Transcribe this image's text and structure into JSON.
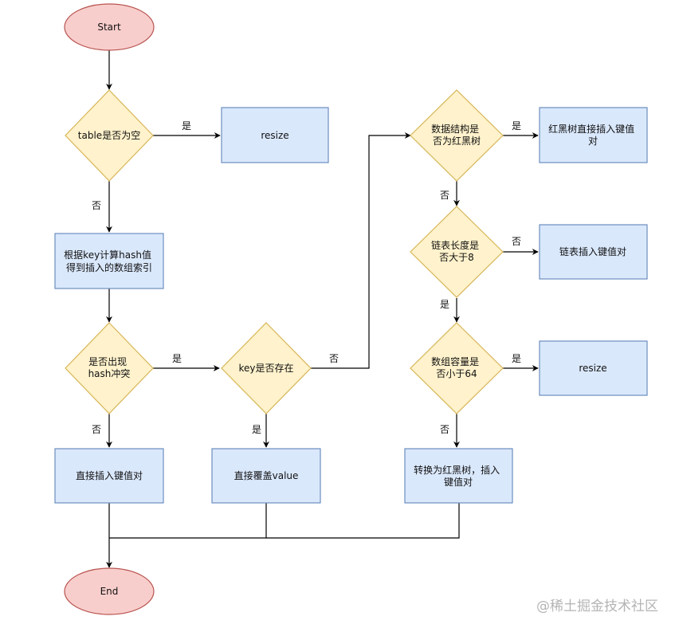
{
  "colors": {
    "ellipse_fill": "#f8cecc",
    "ellipse_stroke": "#b85450",
    "diamond_fill": "#fff2cc",
    "diamond_stroke": "#d6b656",
    "process_fill": "#dae8fc",
    "process_stroke": "#6c8ebf",
    "edge": "#000000",
    "watermark": "#b4b4b4"
  },
  "nodes": {
    "start": "Start",
    "table_empty": "table是否为空",
    "resize_1": "resize",
    "compute_hash": [
      "根据key计算hash值",
      "得到插入的数组索引"
    ],
    "hash_conflict": [
      "是否出现",
      "hash冲突"
    ],
    "insert_direct": "直接插入键值对",
    "key_exists": "key是否存在",
    "overwrite_value": "直接覆盖value",
    "is_red_black": [
      "数据结构是",
      "否为红黑树"
    ],
    "rb_insert": [
      "红黑树直接插入键值",
      "对"
    ],
    "list_length": [
      "链表长度是",
      "否大于8"
    ],
    "list_insert": "链表插入键值对",
    "array_capacity": [
      "数组容量是",
      "否小于64"
    ],
    "resize_2": "resize",
    "convert_rb": [
      "转换为红黑树，插入",
      "键值对"
    ],
    "end": "End"
  },
  "edge_labels": {
    "table_empty_yes": "是",
    "table_empty_no": "否",
    "hash_conflict_yes": "是",
    "hash_conflict_no": "否",
    "key_exists_yes": "是",
    "key_exists_no": "否",
    "is_red_black_yes": "是",
    "is_red_black_no": "否",
    "list_length_no": "否",
    "list_length_yes": "是",
    "array_capacity_yes": "是",
    "array_capacity_no": "否"
  },
  "watermark": "@稀土掘金技术社区"
}
